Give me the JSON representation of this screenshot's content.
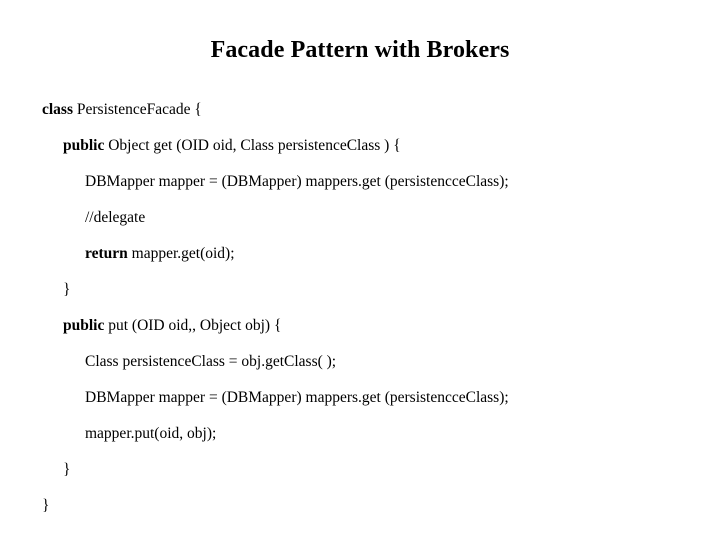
{
  "slide": {
    "title": "Facade Pattern with Brokers",
    "background_color": "#ffffff",
    "text_color": "#000000",
    "code_lines": [
      {
        "indent": 0,
        "keyword": "class",
        "rest": " PersistenceFacade {"
      },
      {
        "indent": 1,
        "keyword": "public",
        "rest": " Object get (OID oid, Class persistenceClass ) {"
      },
      {
        "indent": 2,
        "keyword": "",
        "rest": "DBMapper mapper = (DBMapper) mappers.get (persistencceClass);"
      },
      {
        "indent": 2,
        "keyword": "",
        "rest": "//delegate"
      },
      {
        "indent": 2,
        "keyword": "return",
        "rest": " mapper.get(oid);"
      },
      {
        "indent": 1,
        "keyword": "",
        "rest": "}"
      },
      {
        "indent": 1,
        "keyword": "public",
        "rest": " put (OID oid,, Object obj) {"
      },
      {
        "indent": 2,
        "keyword": "",
        "rest": "Class persistenceClass = obj.getClass( );"
      },
      {
        "indent": 2,
        "keyword": "",
        "rest": "DBMapper mapper = (DBMapper) mappers.get (persistencceClass);"
      },
      {
        "indent": 2,
        "keyword": "",
        "rest": "mapper.put(oid, obj);"
      },
      {
        "indent": 1,
        "keyword": "",
        "rest": "}"
      },
      {
        "indent": 0,
        "keyword": "",
        "rest": "}"
      }
    ]
  }
}
